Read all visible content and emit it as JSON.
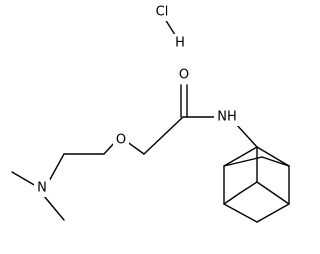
{
  "molecule": {
    "atoms": {
      "chlorine": "Cl",
      "hydrogen": "H",
      "carbonyl_oxygen": "O",
      "ether_oxygen": "O",
      "amide_nitrogen": "NH",
      "amine_nitrogen": "N"
    },
    "colors": {
      "bond": "#000000",
      "label": "#000000",
      "background": "#ffffff"
    }
  }
}
